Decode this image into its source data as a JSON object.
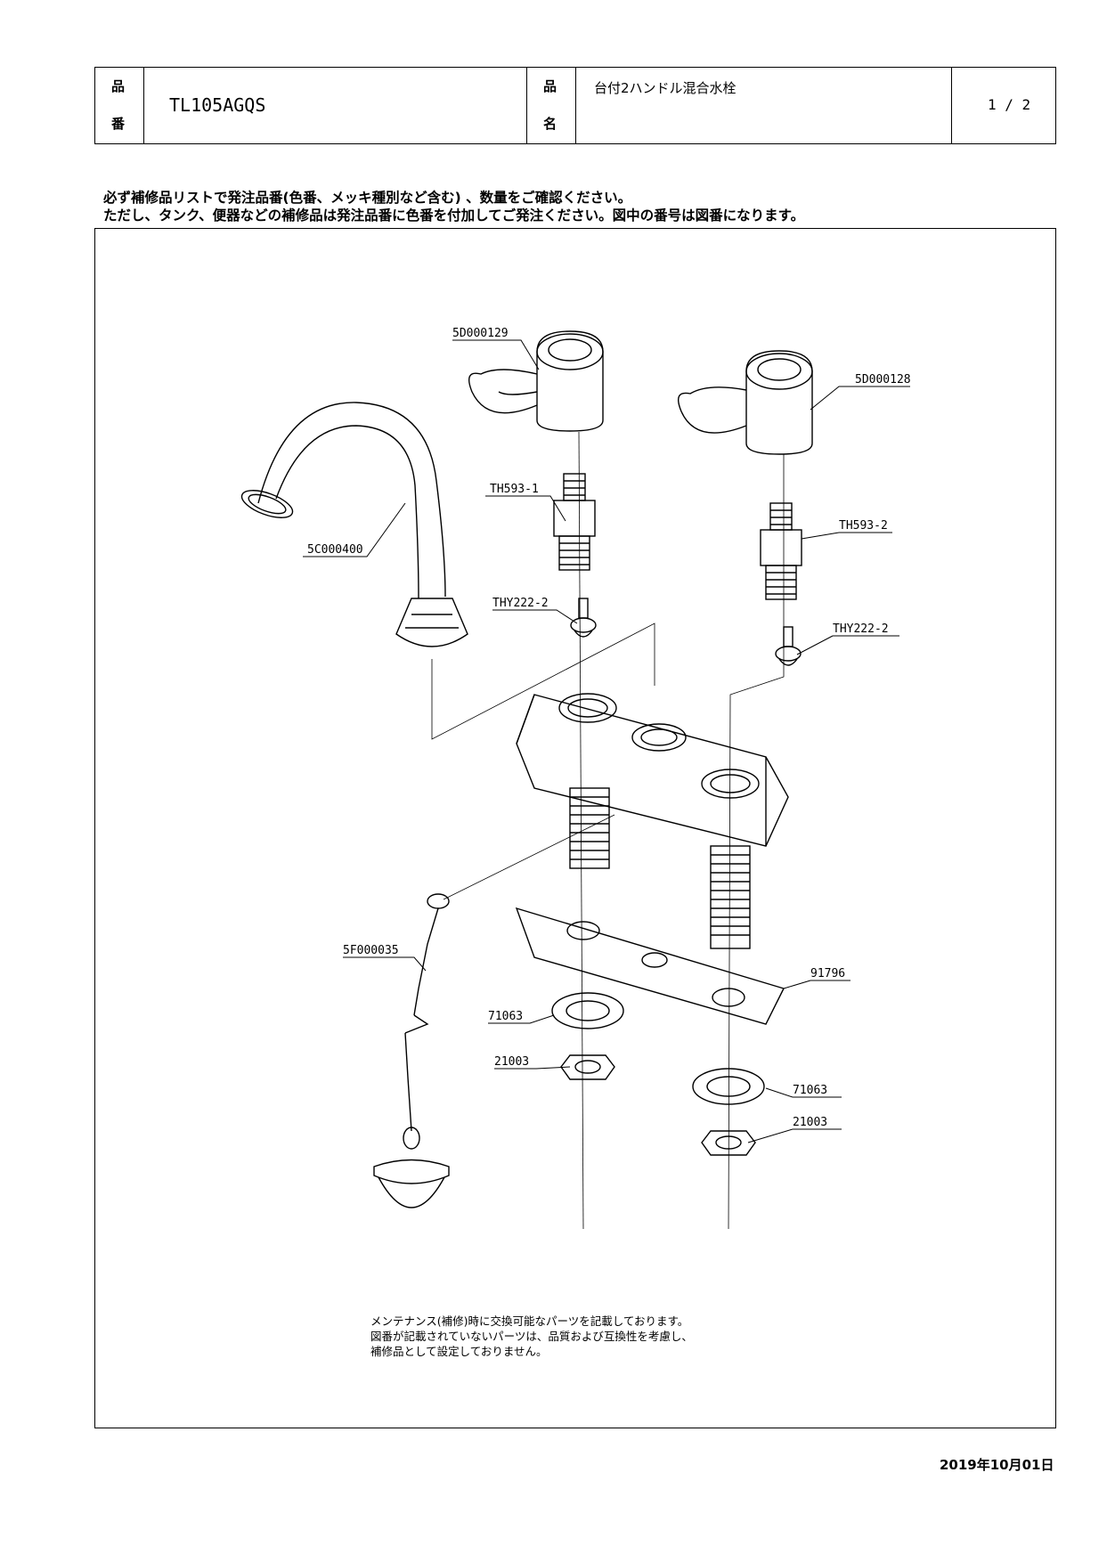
{
  "header": {
    "hinban_label_1": "品",
    "hinban_label_2": "番",
    "hinban_value": "TL105AGQS",
    "hinmei_label_1": "品",
    "hinmei_label_2": "名",
    "hinmei_value": "台付2ハンドル混合水栓",
    "page": "1 / 2"
  },
  "notice": {
    "line1": "必ず補修品リストで発注品番(色番、メッキ種別など含む) 、数量をご確認ください。",
    "line2": "ただし、タンク、便器などの補修品は発注品番に色番を付加してご発注ください。図中の番号は図番になります。"
  },
  "parts": {
    "p1": "5D000129",
    "p2": "5D000128",
    "p3": "TH593-1",
    "p4": "TH593-2",
    "p5": "5C000400",
    "p6": "THY222-2",
    "p7": "THY222-2",
    "p8": "5F000035",
    "p9": "91796",
    "p10": "71063",
    "p11": "21003",
    "p12": "71063",
    "p13": "21003"
  },
  "footnote": {
    "line1": "メンテナンス(補修)時に交換可能なパーツを記載しております。",
    "line2": "図番が記載されていないパーツは、品質および互換性を考慮し、",
    "line3": "補修品として設定しておりません。"
  },
  "date": "2019年10月01日"
}
